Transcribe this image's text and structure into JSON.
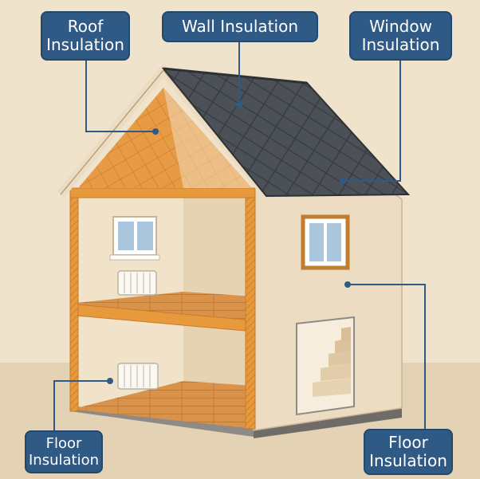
{
  "labels": {
    "roof": "Roof\nInsulation",
    "wall": "Wall Insulation",
    "window": "Window\nInsulation",
    "floor_left": "Floor\nInsulation",
    "floor_right": "Floor\nInsulation"
  },
  "colors": {
    "background": "#efe3cc",
    "ground": "#e4d2b4",
    "label_fill": "#2f5a86",
    "roof_shingles": "#4b5157",
    "insulation_orange": "#e79a3c",
    "wall_beige": "#ecdcc1",
    "floor_wood": "#d9924a"
  }
}
